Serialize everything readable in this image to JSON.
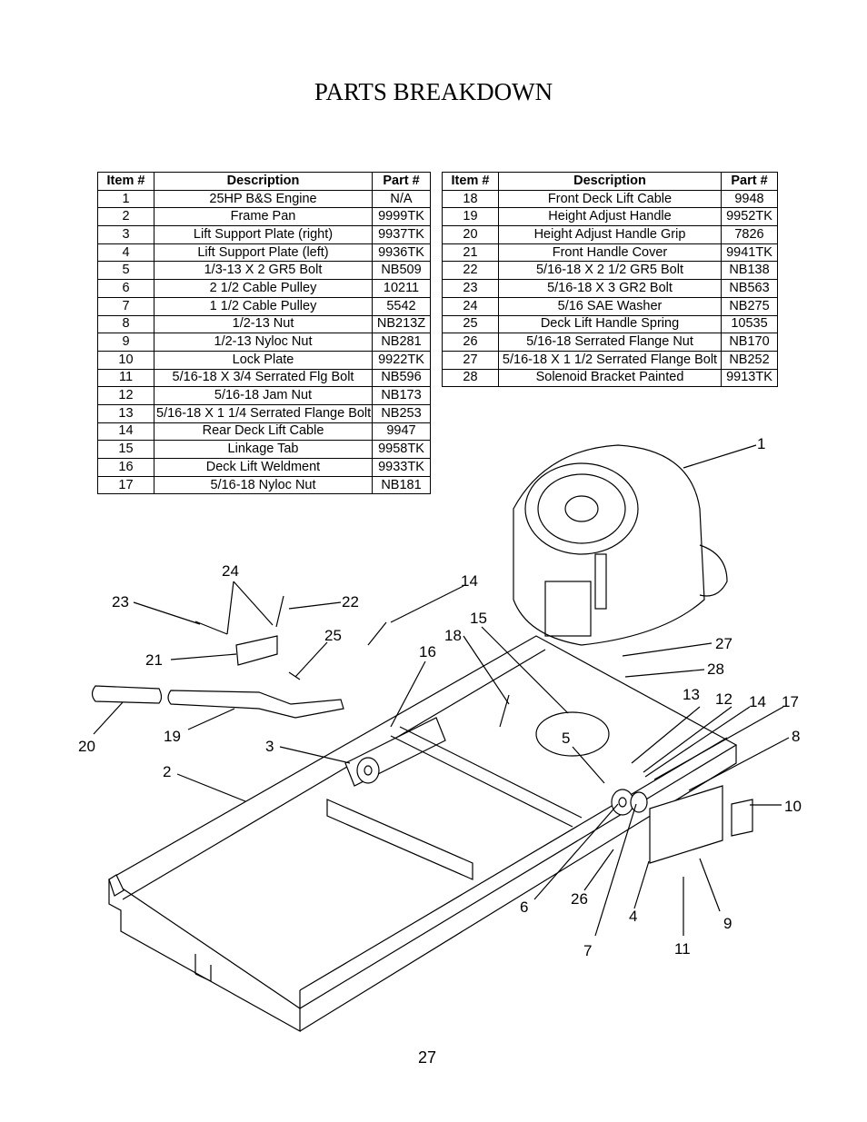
{
  "page": {
    "title": "PARTS BREAKDOWN",
    "page_number": "27"
  },
  "tables": {
    "headers": {
      "item": "Item #",
      "description": "Description",
      "part": "Part #"
    },
    "left": [
      {
        "item": "1",
        "description": "25HP B&S Engine",
        "part": "N/A"
      },
      {
        "item": "2",
        "description": "Frame Pan",
        "part": "9999TK"
      },
      {
        "item": "3",
        "description": "Lift Support Plate (right)",
        "part": "9937TK"
      },
      {
        "item": "4",
        "description": "Lift Support Plate (left)",
        "part": "9936TK"
      },
      {
        "item": "5",
        "description": "1/3-13 X 2 GR5 Bolt",
        "part": "NB509"
      },
      {
        "item": "6",
        "description": "2 1/2 Cable Pulley",
        "part": "10211"
      },
      {
        "item": "7",
        "description": "1 1/2 Cable Pulley",
        "part": "5542"
      },
      {
        "item": "8",
        "description": "1/2-13 Nut",
        "part": "NB213Z"
      },
      {
        "item": "9",
        "description": "1/2-13 Nyloc Nut",
        "part": "NB281"
      },
      {
        "item": "10",
        "description": "Lock Plate",
        "part": "9922TK"
      },
      {
        "item": "11",
        "description": "5/16-18 X 3/4 Serrated Flg Bolt",
        "part": "NB596"
      },
      {
        "item": "12",
        "description": "5/16-18 Jam Nut",
        "part": "NB173"
      },
      {
        "item": "13",
        "description": "5/16-18 X 1 1/4 Serrated Flange Bolt",
        "part": "NB253"
      },
      {
        "item": "14",
        "description": "Rear Deck Lift Cable",
        "part": "9947"
      },
      {
        "item": "15",
        "description": "Linkage Tab",
        "part": "9958TK"
      },
      {
        "item": "16",
        "description": "Deck Lift Weldment",
        "part": "9933TK"
      },
      {
        "item": "17",
        "description": "5/16-18 Nyloc Nut",
        "part": "NB181"
      }
    ],
    "right": [
      {
        "item": "18",
        "description": "Front Deck Lift Cable",
        "part": "9948"
      },
      {
        "item": "19",
        "description": "Height Adjust Handle",
        "part": "9952TK"
      },
      {
        "item": "20",
        "description": "Height Adjust Handle Grip",
        "part": "7826"
      },
      {
        "item": "21",
        "description": "Front Handle Cover",
        "part": "9941TK"
      },
      {
        "item": "22",
        "description": "5/16-18 X 2 1/2 GR5 Bolt",
        "part": "NB138"
      },
      {
        "item": "23",
        "description": "5/16-18 X 3 GR2 Bolt",
        "part": "NB563"
      },
      {
        "item": "24",
        "description": "5/16 SAE Washer",
        "part": "NB275"
      },
      {
        "item": "25",
        "description": "Deck Lift Handle Spring",
        "part": "10535"
      },
      {
        "item": "26",
        "description": "5/16-18 Serrated Flange Nut",
        "part": "NB170"
      },
      {
        "item": "27",
        "description": "5/16-18 X 1 1/2 Serrated Flange Bolt",
        "part": "NB252"
      },
      {
        "item": "28",
        "description": "Solenoid Bracket Painted",
        "part": "9913TK"
      }
    ]
  },
  "callouts": [
    "1",
    "2",
    "3",
    "4",
    "5",
    "6",
    "7",
    "8",
    "9",
    "10",
    "11",
    "12",
    "13",
    "14",
    "15",
    "16",
    "17",
    "18",
    "19",
    "20",
    "21",
    "22",
    "23",
    "24",
    "25",
    "26",
    "27",
    "28"
  ]
}
